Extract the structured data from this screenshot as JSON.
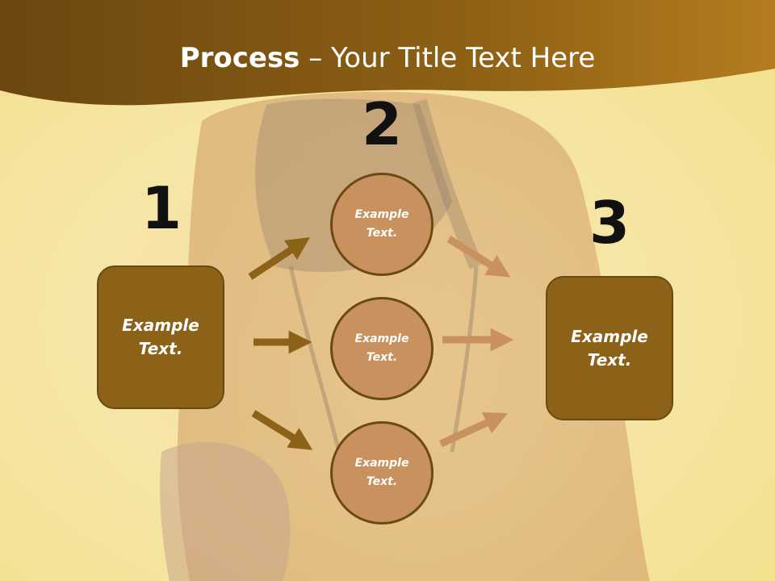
{
  "title": {
    "bold": "Process",
    "rest": " – Your Title Text Here"
  },
  "steps": {
    "step1_number": "1",
    "step2_number": "2",
    "step3_number": "3"
  },
  "left_box": {
    "text": "Example\nText."
  },
  "right_box": {
    "text": "Example\nText."
  },
  "circles": [
    {
      "text": "Example\nText."
    },
    {
      "text": "Example\nText."
    },
    {
      "text": "Example\nText."
    }
  ],
  "colors": {
    "header": "#8a5f12",
    "box_fill": "#8b6217",
    "circle_fill": "#c8915e",
    "arrow_dark": "#8b6217",
    "arrow_light": "#c8915e"
  }
}
